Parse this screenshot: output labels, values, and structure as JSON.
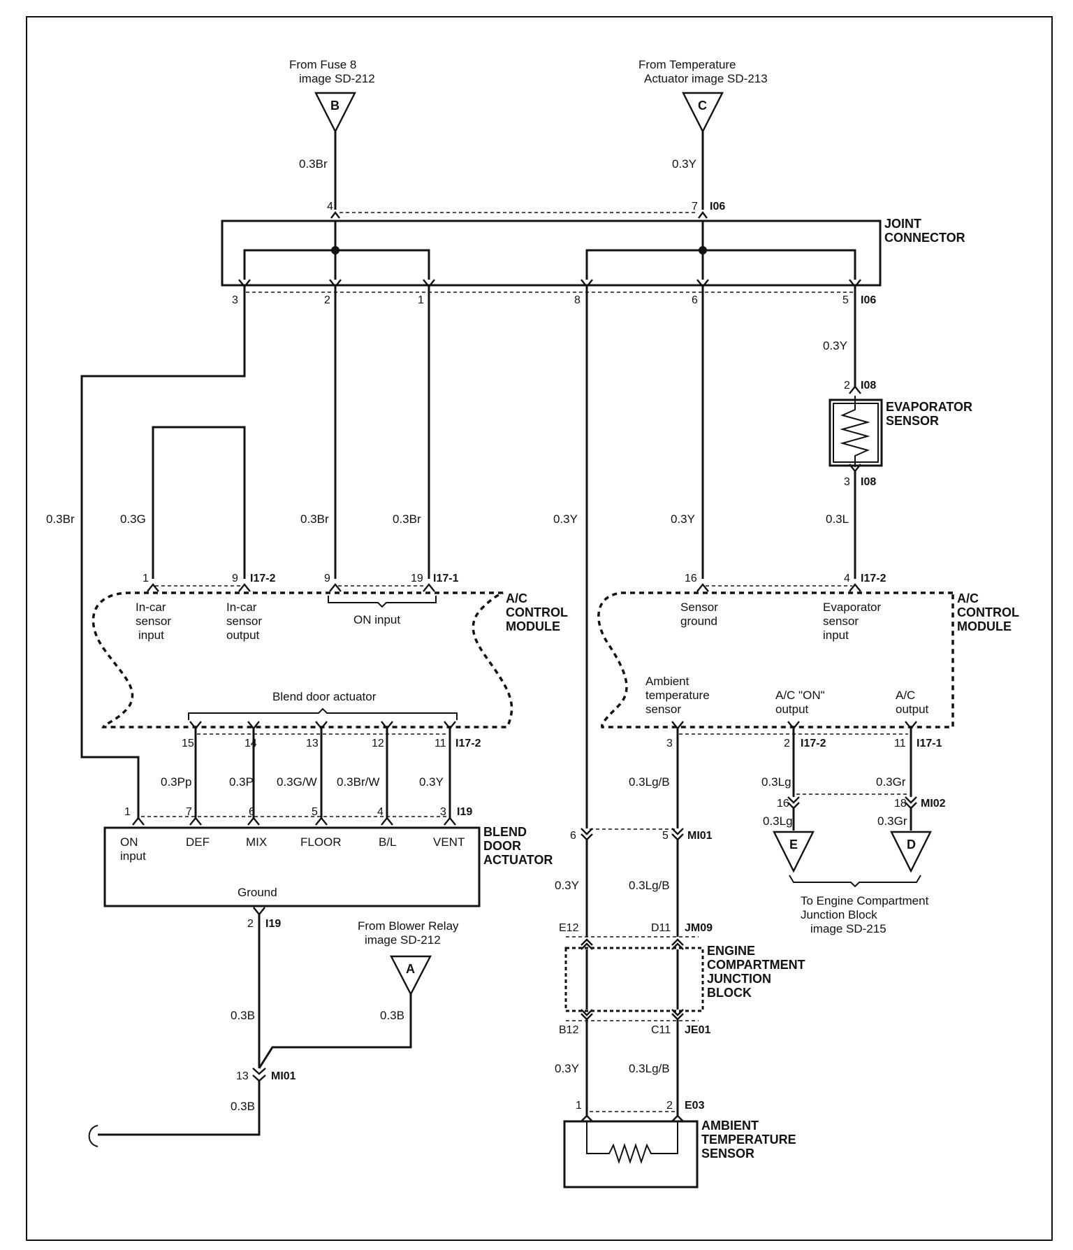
{
  "sources": {
    "fuse": {
      "letter": "B",
      "line1": "From Fuse 8",
      "line2": "image SD-212"
    },
    "temp": {
      "letter": "C",
      "line1": "From Temperature",
      "line2": "Actuator  image SD-213"
    },
    "blower": {
      "letter": "A",
      "line1": "From Blower Relay",
      "line2": "image  SD-212"
    }
  },
  "joint_connector": {
    "label1": "JOINT",
    "label2": "CONNECTOR",
    "connector_id": "I06",
    "pins": {
      "p4": "4",
      "p7": "7",
      "p3": "3",
      "p2": "2",
      "p1": "1",
      "p8": "8",
      "p6": "6",
      "p5": "5"
    }
  },
  "wires": {
    "w_br_top": "0.3Br",
    "w_y_top": "0.3Y",
    "w_br_left": "0.3Br",
    "w_g": "0.3G",
    "w_br_9": "0.3Br",
    "w_br_19": "0.3Br",
    "w_y_8": "0.3Y",
    "w_y_6": "0.3Y",
    "w_y_5": "0.3Y",
    "w_l": "0.3L",
    "w_pp": "0.3Pp",
    "w_p": "0.3P",
    "w_gw": "0.3G/W",
    "w_brw": "0.3Br/W",
    "w_y_vent": "0.3Y",
    "w_lgb_3": "0.3Lg/B",
    "w_lg_2": "0.3Lg",
    "w_gr_11": "0.3Gr",
    "w_lg_16": "0.3Lg",
    "w_gr_18": "0.3Gr",
    "w_y_mi": "0.3Y",
    "w_lgb_mi": "0.3Lg/B",
    "w_y_je": "0.3Y",
    "w_lgb_je": "0.3Lg/B",
    "w_b_gnd": "0.3B",
    "w_b_blower": "0.3B",
    "w_b_mi": "0.3B"
  },
  "evaporator": {
    "label1": "EVAPORATOR",
    "label2": "SENSOR",
    "pin_top": "2",
    "pin_bot": "3",
    "connector_id": "I08"
  },
  "ac_module_left": {
    "label1": "A/C",
    "label2": "CONTROL",
    "label3": "MODULE",
    "pins": {
      "p1": "1",
      "p9": "9",
      "p9b": "9",
      "p19": "19"
    },
    "connector_a": "I17-2",
    "connector_b": "I17-1",
    "incar_in": [
      "In-car",
      "sensor",
      "input"
    ],
    "incar_out": [
      "In-car",
      "sensor",
      "output"
    ],
    "on_input": "ON input",
    "blend_label": "Blend door actuator",
    "bottom_pins": {
      "p15": "15",
      "p14": "14",
      "p13": "13",
      "p12": "12",
      "p11": "11"
    },
    "bottom_connector": "I17-2"
  },
  "ac_module_right": {
    "label1": "A/C",
    "label2": "CONTROL",
    "label3": "MODULE",
    "pins": {
      "p16": "16",
      "p4": "4"
    },
    "connector_top": "I17-2",
    "sensor_ground": [
      "Sensor",
      "ground"
    ],
    "evap_input": [
      "Evaporator",
      "sensor",
      "input"
    ],
    "ambient": [
      "Ambient",
      "temperature",
      "sensor"
    ],
    "ac_on_output": [
      "A/C \"ON\"",
      "output"
    ],
    "ac_output": [
      "A/C",
      "output"
    ],
    "bottom_pins": {
      "p3": "3",
      "p2": "2",
      "p11": "11"
    },
    "connector_b2": "I17-2",
    "connector_b1": "I17-1"
  },
  "blend_actuator": {
    "label1": "BLEND",
    "label2": "DOOR",
    "label3": "ACTUATOR",
    "connector_id": "I19",
    "pins": {
      "p1": "1",
      "p7": "7",
      "p6": "6",
      "p5": "5",
      "p4": "4",
      "p3": "3",
      "p2": "2"
    },
    "on_input": [
      "ON",
      "input"
    ],
    "def": "DEF",
    "mix": "MIX",
    "floor": "FLOOR",
    "bl": "B/L",
    "vent": "VENT",
    "ground": "Ground",
    "ground_connector": "I19"
  },
  "mi02": {
    "pin16": "16",
    "pin18": "18",
    "connector_id": "MI02",
    "letter_e": "E",
    "letter_d": "D",
    "dest1": "To Engine Compartment",
    "dest2": "Junction Block",
    "dest3": "image  SD-215"
  },
  "mi01_right": {
    "pin6": "6",
    "pin5": "5",
    "connector_id": "MI01"
  },
  "jm09": {
    "pin_e12": "E12",
    "pin_d11": "D11",
    "connector_id": "JM09"
  },
  "ecjb": {
    "label1": "ENGINE",
    "label2": "COMPARTMENT",
    "label3": "JUNCTION",
    "label4": "BLOCK"
  },
  "je01": {
    "pin_b12": "B12",
    "pin_c11": "C11",
    "connector_id": "JE01"
  },
  "ambient_sensor": {
    "label1": "AMBIENT",
    "label2": "TEMPERATURE",
    "label3": "SENSOR",
    "pin1": "1",
    "pin2": "2",
    "connector_id": "E03"
  },
  "mi01_left": {
    "pin13": "13",
    "connector_id": "MI01"
  }
}
